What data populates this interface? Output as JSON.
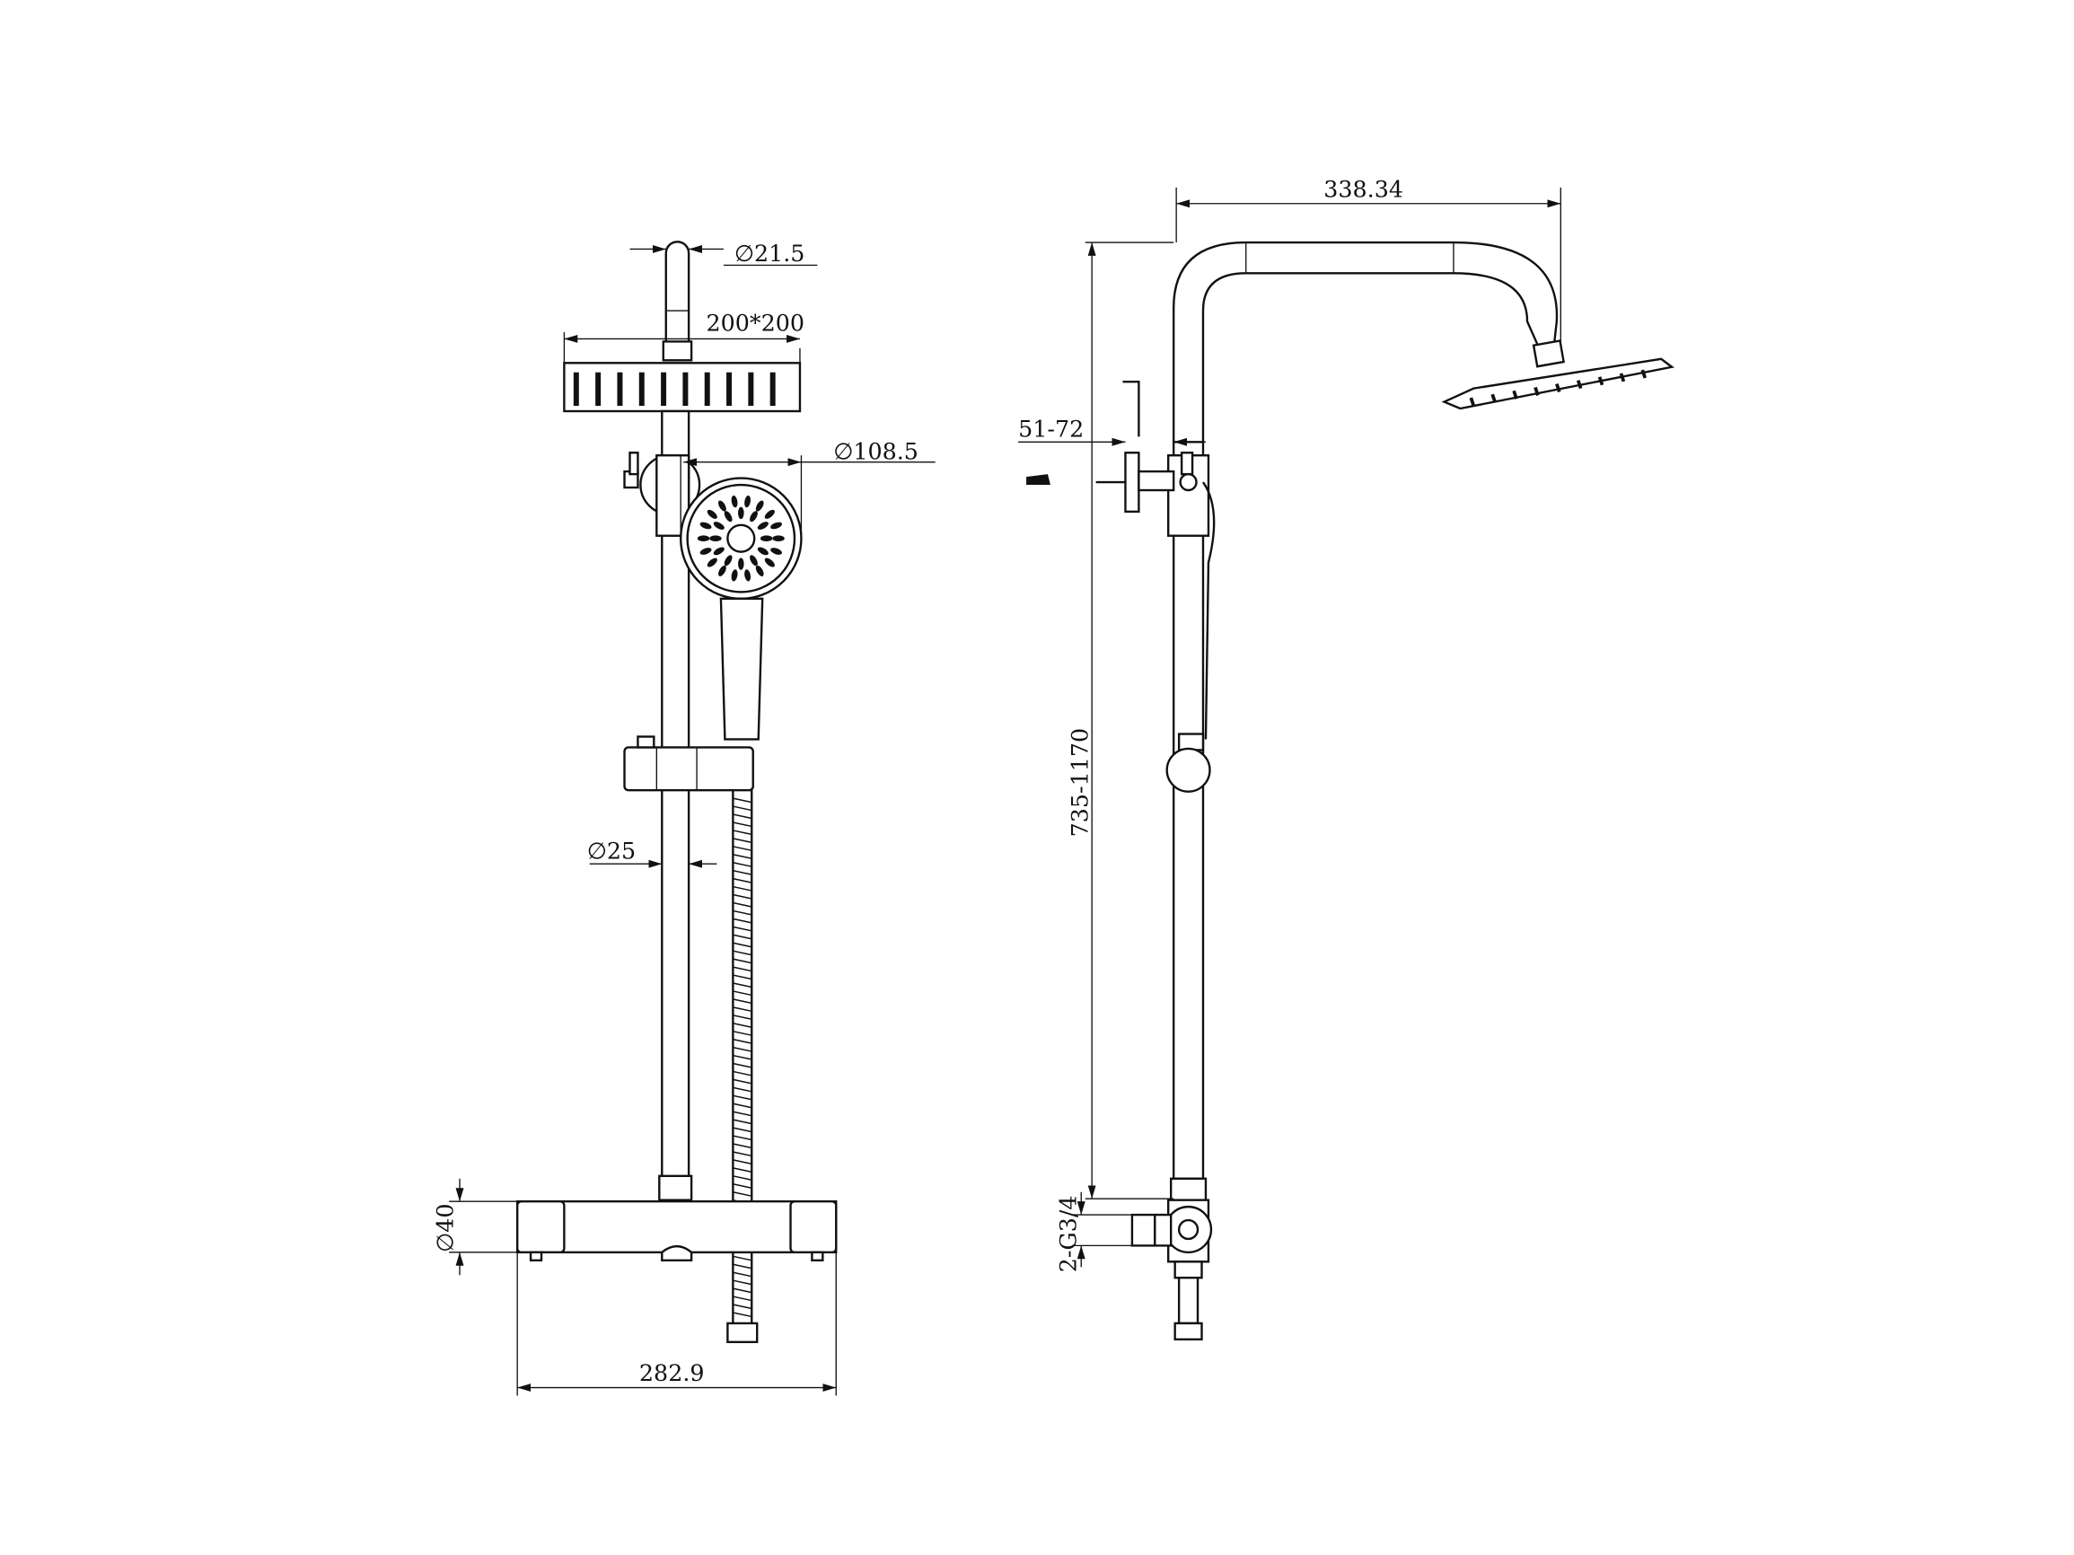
{
  "front_view": {
    "dims": {
      "upper_pipe_diameter": "∅21.5",
      "head_size": "200*200",
      "hand_shower_diameter": "∅108.5",
      "riser_diameter": "∅25",
      "valve_diameter": "∅40",
      "valve_width": "282.9"
    }
  },
  "side_view": {
    "dims": {
      "arm_reach": "338.34",
      "wall_offset": "51-72",
      "height_range": "735-1170",
      "inlets": "2-G3/4"
    }
  },
  "colors": {
    "line": "#111111",
    "background": "#ffffff"
  }
}
